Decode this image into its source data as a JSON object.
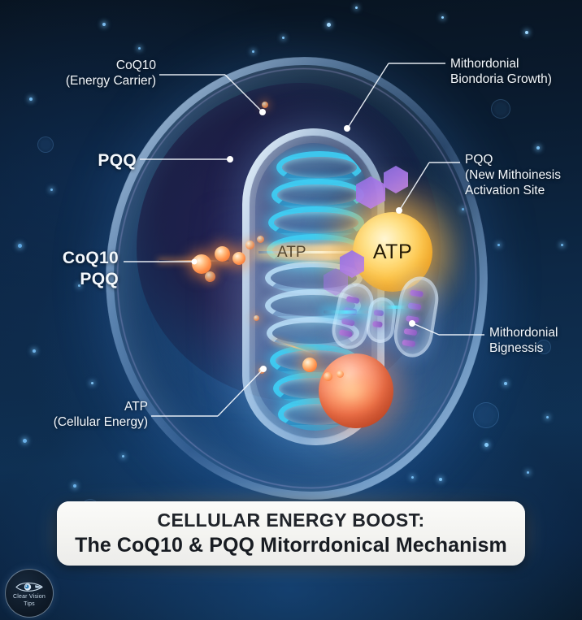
{
  "poster": {
    "background_color": "#0d2846",
    "accent_cyan": "#3ed0f6",
    "accent_orange": "#ff8f4a",
    "accent_purple": "#a878e8",
    "accent_yellow": "#ffc94f"
  },
  "labels": {
    "coq10_energy_carrier": "CoQ10\n(Energy Carrier)",
    "pqq_left": "PQQ",
    "coq10_pqq_left": "CoQ10\nPQQ",
    "atp_cellular_energy": "ATP\n(Cellular Energy)",
    "mitochondrial_growth": "Mithordonial\nBiondoria Growth)",
    "pqq_activation_site": "PQQ\n(New Mithoinesis\nActivation Site",
    "mitochondrial_biogenesis": "Mithordonial\nBignessis"
  },
  "diagram": {
    "atp_ball_label": "ATP",
    "atp_inner_label": "ATP"
  },
  "banner": {
    "line1": "CELLULAR ENERGY BOOST:",
    "line2": "The CoQ10 & PQQ Mitorrdonical Mechanism"
  },
  "logo": {
    "line1": "Clear Vision",
    "line2": "Tips",
    "icon": "eye-icon"
  },
  "icons": {
    "hexagon": "hexagon-icon",
    "particle": "glowing-particle-icon",
    "leader_line": "leader-line-icon"
  }
}
